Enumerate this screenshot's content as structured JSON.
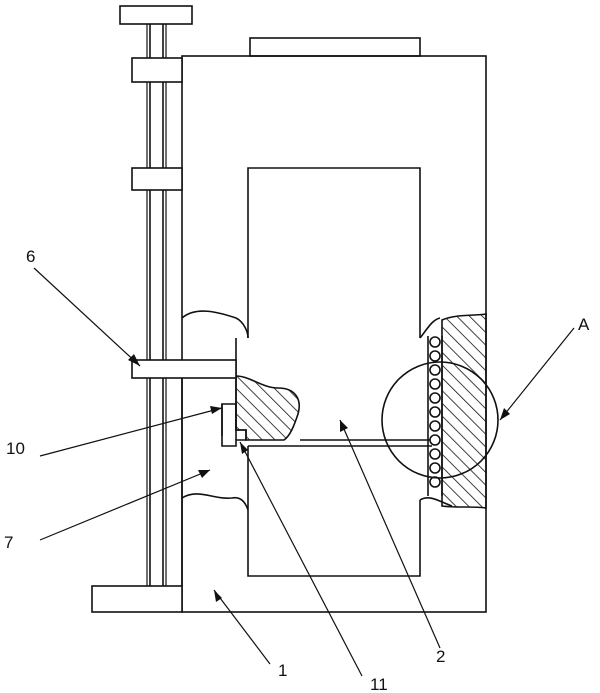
{
  "figure": {
    "labels": {
      "housing": "1",
      "inner_block": "2",
      "screw_nut": "6",
      "chamber": "7",
      "clamp_part": "10",
      "step_part": "11",
      "detail": "A"
    }
  },
  "colors": {
    "line": "#111111",
    "background": "#ffffff"
  }
}
